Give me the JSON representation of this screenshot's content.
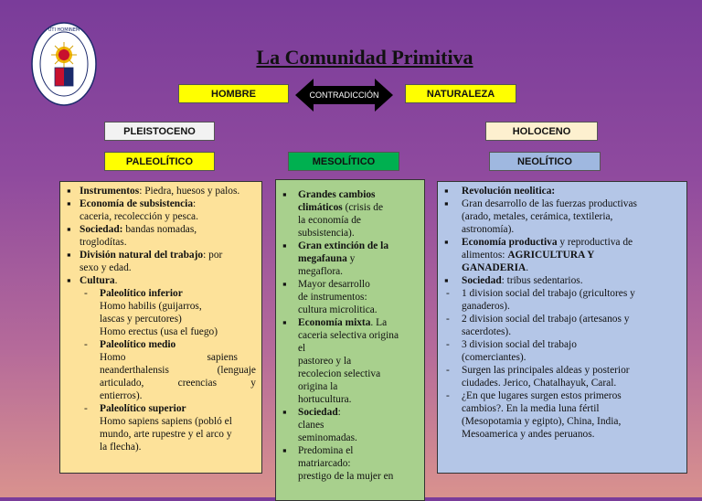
{
  "title": "La Comunidad Primitiva",
  "logo": {
    "motto": "HOMINEM UTI HOMINEM EDUCARE OPORTET"
  },
  "top": {
    "left": "HOMBRE",
    "middle": "CONTRADICCIÓN",
    "right": "NATURALEZA"
  },
  "periods": {
    "pleistoceno": "PLEISTOCENO",
    "paleolitico": "PALEOLÍTICO",
    "mesolitico": "MESOLÍTICO",
    "holoceno": "HOLOCENO",
    "neolitico": "NEOLÍTICO"
  },
  "paleo": {
    "instr_b": "Instrumentos",
    "instr_t": ": Piedra, huesos y palos.",
    "eco_b": "Economía de subsistencia",
    "eco_t": ":",
    "eco_t2": "caceria, recolección y pesca.",
    "soc_b": "Sociedad:",
    "soc_t": " bandas nomadas,",
    "soc_t2": "troglodítas.",
    "div_b": "División natural del trabajo",
    "div_t": ": por",
    "div_t2": "sexo y edad.",
    "cult_b": "Cultura",
    "cult_t": ".",
    "inf_b": "Paleolítico inferior",
    "inf_1": "Homo habilis (guijarros,",
    "inf_2": "lascas y percutores)",
    "inf_3": "Homo erectus (usa el fuego)",
    "med_b": "Paleolítico medio",
    "med_1a": "Homo",
    "med_1b": "sapiens",
    "med_2a": "neanderthalensis",
    "med_2b": "(lenguaje",
    "med_3a": "articulado,",
    "med_3b": "creencias",
    "med_3c": "y",
    "med_4": "entierros).",
    "sup_b": "Paleolítico superior",
    "sup_1": "Homo sapiens sapiens (pobló el",
    "sup_2": "mundo, arte rupestre y el arco y",
    "sup_3": "la flecha)."
  },
  "meso": {
    "a_b1": "Grandes cambios",
    "a_b2": "climáticos",
    "a_t": " (crisis de",
    "a_t2": "la economía de",
    "a_t3": "subsistencia).",
    "b_b1": "Gran extinción de la",
    "b_b2": "megafauna",
    "b_t": " y",
    "b_t2": "megaflora.",
    "c_1": "Mayor desarrollo",
    "c_2": "de instrumentos:",
    "c_3": "cultura microlitica.",
    "d_b": "Economía mixta",
    "d_t": ". La",
    "d_2": "caceria selectiva origina",
    "d_3": "el",
    "d_4": "pastoreo y la",
    "d_5": "recolecion selectiva",
    "d_6": "origina la",
    "d_7": "hortucultura.",
    "e_b": "Sociedad",
    "e_t": ":",
    "e_2": "clanes",
    "e_3": "seminomadas.",
    "f_1": "Predomina el",
    "f_2": "matriarcado:",
    "f_3": "prestigo de la mujer en"
  },
  "neo": {
    "a_b": "Revolución neolitica:",
    "b_1": "Gran desarrollo de las fuerzas productivas",
    "b_2": "(arado, metales, cerámica, textileria,",
    "b_3": "astronomía).",
    "c_b": "Economía productiva",
    "c_t": " y reproductiva de",
    "c_t2": "alimentos: ",
    "c_b2": "AGRICULTURA Y",
    "c_b3": "GANADERIA",
    "c_t3": ".",
    "d_b": "Sociedad",
    "d_t": ": tribus sedentarios.",
    "e_1": "1 division social del trabajo (gricultores y",
    "e_2": "ganaderos).",
    "f_1": "2 division social del trabajo (artesanos y",
    "f_2": "sacerdotes).",
    "g_1": "3 division social del trabajo",
    "g_2": "(comerciantes).",
    "h_1": "Surgen las principales aldeas y posterior",
    "h_2": "ciudades. Jerico, Chatalhayuk, Caral.",
    "i_1": "¿En que lugares surgen estos primeros",
    "i_2": "cambios?. En la media luna fértil",
    "i_3": "(Mesopotamia y egipto), China, India,",
    "i_4": "Mesoamerica y andes peruanos."
  },
  "colors": {
    "yellow": "#ffff00",
    "green": "#00b050",
    "blue": "#9fb8e0",
    "cream": "#fdf0cf",
    "paleo_panel": "#fde29a",
    "meso_panel": "#a8d08d",
    "neo_panel": "#b4c6e7"
  }
}
